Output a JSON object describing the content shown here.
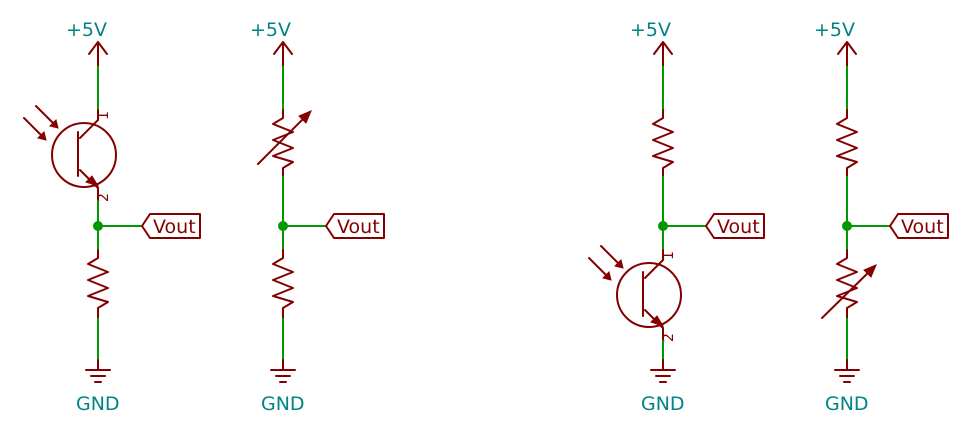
{
  "colors": {
    "wire": "#009900",
    "symbol": "#840000",
    "power_text": "#008484",
    "background": "#ffffff"
  },
  "circuits": [
    {
      "name": "phototransistor-high-side",
      "supply": "+5V",
      "ground": "GND",
      "output_label": "Vout",
      "pin_top": "1",
      "pin_bottom": "2"
    },
    {
      "name": "variable-resistor-high-side",
      "supply": "+5V",
      "ground": "GND",
      "output_label": "Vout"
    },
    {
      "name": "phototransistor-low-side",
      "supply": "+5V",
      "ground": "GND",
      "output_label": "Vout",
      "pin_top": "1",
      "pin_bottom": "2"
    },
    {
      "name": "variable-resistor-low-side",
      "supply": "+5V",
      "ground": "GND",
      "output_label": "Vout"
    }
  ]
}
